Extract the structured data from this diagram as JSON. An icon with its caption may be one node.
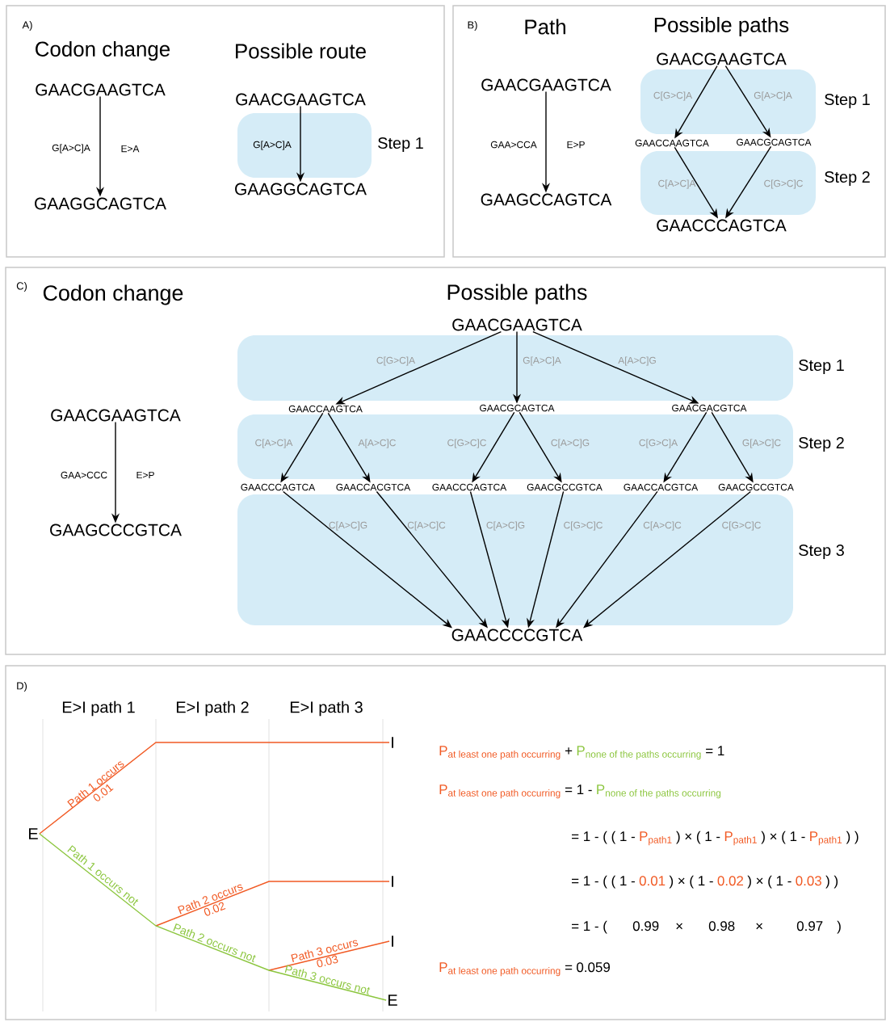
{
  "diagram": {
    "nodes": [
      {
        "text": [
          "A)",
          "Codon change",
          "Possible route"
        ]
      },
      {
        "text": [
          "GAACGAAGTCA"
        ],
        "in": 0
      },
      {
        "text": [
          "GAAGGCAGTCA"
        ],
        "in": 0
      },
      {
        "text": [
          "GAACGAAGTCA"
        ],
        "in": 0
      },
      {
        "text": [
          "GAAGGCAGTCA"
        ],
        "in": 0
      },
      {
        "text": [
          "B)",
          "Path",
          "Possible paths"
        ]
      },
      {
        "text": [
          "GAACGAAGTCA"
        ],
        "in": 5
      },
      {
        "text": [
          "GAAGCCAGTCA"
        ],
        "in": 5
      },
      {
        "text": [
          "GAACGAAGTCA"
        ],
        "in": 5
      },
      {
        "text": [
          "GAACCAAGTCA"
        ],
        "in": 5
      },
      {
        "text": [
          "GAACGCAGTCA"
        ],
        "in": 5
      },
      {
        "text": [
          "GAACCCAGTCA"
        ],
        "in": 5
      },
      {
        "text": [
          "C)",
          "Codon change",
          "Possible paths"
        ]
      },
      {
        "text": [
          "GAACGAAGTCA"
        ],
        "in": 12
      },
      {
        "text": [
          "GAAGCCCGTCA"
        ],
        "in": 12
      },
      {
        "text": [
          "GAACGAAGTCA"
        ],
        "in": 12
      },
      {
        "text": [
          "GAACCAAGTCA"
        ],
        "in": 12
      },
      {
        "text": [
          "GAACGCAGTCA"
        ],
        "in": 12
      },
      {
        "text": [
          "GAACGACGTCA"
        ],
        "in": 12
      },
      {
        "text": [
          "GAACCCAGTCA"
        ],
        "in": 12
      },
      {
        "text": [
          "GAACCACGTCA"
        ],
        "in": 12
      },
      {
        "text": [
          "GAACCCAGTCA"
        ],
        "in": 12
      },
      {
        "text": [
          "GAACGCCGTCA"
        ],
        "in": 12
      },
      {
        "text": [
          "GAACCACGTCA"
        ],
        "in": 12
      },
      {
        "text": [
          "GAACGCCGTCA"
        ],
        "in": 12
      },
      {
        "text": [
          "GAACCCCGTCA"
        ],
        "in": 12
      },
      {
        "text": [
          "D)",
          "E>I path 1",
          "E>I path 2",
          "E>I path 3"
        ]
      },
      {
        "text": [
          "E"
        ],
        "in": 26
      },
      {
        "text": [
          "I"
        ],
        "in": 26
      },
      {
        "text": [
          "I"
        ],
        "in": 26
      },
      {
        "text": [
          "I"
        ],
        "in": 26
      },
      {
        "text": [
          "E"
        ],
        "in": 26
      }
    ],
    "edges": [
      {
        "from": 1,
        "to": 2,
        "arrow": "to",
        "label": "G[A>C]A"
      },
      {
        "from": 3,
        "to": 4,
        "arrow": "to",
        "label": "G[A>C]A"
      },
      {
        "from": 6,
        "to": 7,
        "arrow": "to",
        "label": "GAA>CCA"
      },
      {
        "from": 8,
        "to": 9,
        "arrow": "to",
        "label": "C[G>C]A"
      },
      {
        "from": 8,
        "to": 10,
        "arrow": "to",
        "label": "G[A>C]A"
      },
      {
        "from": 9,
        "to": 11,
        "arrow": "to",
        "label": "C[A>C]A"
      },
      {
        "from": 10,
        "to": 11,
        "arrow": "to",
        "label": "C[G>C]C"
      },
      {
        "from": 13,
        "to": 14,
        "arrow": "to",
        "label": "GAA>CCC"
      },
      {
        "from": 15,
        "to": 16,
        "arrow": "to",
        "label": "C[G>C]A"
      },
      {
        "from": 15,
        "to": 17,
        "arrow": "to",
        "label": "G[A>C]A"
      },
      {
        "from": 15,
        "to": 18,
        "arrow": "to",
        "label": "A[A>C]G"
      },
      {
        "from": 16,
        "to": 19,
        "arrow": "to",
        "label": "C[A>C]A"
      },
      {
        "from": 16,
        "to": 20,
        "arrow": "to",
        "label": "A[A>C]C"
      },
      {
        "from": 17,
        "to": 21,
        "arrow": "to",
        "label": "C[G>C]C"
      },
      {
        "from": 17,
        "to": 22,
        "arrow": "to",
        "label": "C[A>C]G"
      },
      {
        "from": 18,
        "to": 23,
        "arrow": "to",
        "label": "C[G>C]A"
      },
      {
        "from": 18,
        "to": 24,
        "arrow": "to",
        "label": "G[A>C]C"
      },
      {
        "from": 19,
        "to": 25,
        "arrow": "to",
        "label": "C[A>C]G"
      },
      {
        "from": 20,
        "to": 25,
        "arrow": "to",
        "label": "C[A>C]C"
      },
      {
        "from": 21,
        "to": 25,
        "arrow": "to",
        "label": "C[A>C]G"
      },
      {
        "from": 22,
        "to": 25,
        "arrow": "to",
        "label": "C[G>C]C"
      },
      {
        "from": 23,
        "to": 25,
        "arrow": "to",
        "label": "C[A>C]C"
      },
      {
        "from": 24,
        "to": 25,
        "arrow": "to",
        "label": "C[G>C]C"
      },
      {
        "from": 27,
        "to": 28,
        "arrow": "none",
        "label": "Path 1 occurs",
        "color": "#f15a24"
      },
      {
        "from": null,
        "to": 29,
        "arrow": "none",
        "label": "Path 2 occurs",
        "color": "#f15a24"
      },
      {
        "from": null,
        "to": 30,
        "arrow": "none",
        "label": "Path 3 occurs",
        "color": "#f15a24"
      },
      {
        "from": 27,
        "to": 31,
        "arrow": "none",
        "label": "Path 3 occurs not",
        "color": "#8cc63f"
      }
    ],
    "labels": [
      "E>A",
      "Step 1",
      "E>P",
      "Step 1",
      "Step 2",
      "E>P",
      "Step 1",
      "Step 2",
      "Step 3",
      "0.01",
      "Path 1 occurs not",
      "0.02",
      "Path 2 occurs not",
      "0.03",
      "\\text{P}_{\\text{at least one path occurring}}",
      "+",
      "\\text{P}_{\\text{none of the paths occurring}}",
      "= 1",
      "\\text{P}_{\\text{at least one path occurring}}",
      "= 1 -",
      "\\text{P}_{\\text{none of the paths occurring}}",
      "= 1 - ( ( 1 -",
      "\\text{P}_{\\text{path1}}",
      ") × ( 1 -",
      "\\text{P}_{\\text{path1}}",
      ") × ( 1 -",
      "\\text{P}_{\\text{path1}}",
      ") )",
      "= 1 - ( ( 1 -",
      "0.01",
      ") × ( 1 -",
      "0.02",
      ") × ( 1 -",
      "0.03",
      ") )",
      "= 1 - (",
      "0.99",
      "×",
      "0.98",
      "×",
      "0.97",
      ")",
      "\\text{P}_{\\text{at least one path occurring}}",
      "=",
      "0.059"
    ]
  }
}
